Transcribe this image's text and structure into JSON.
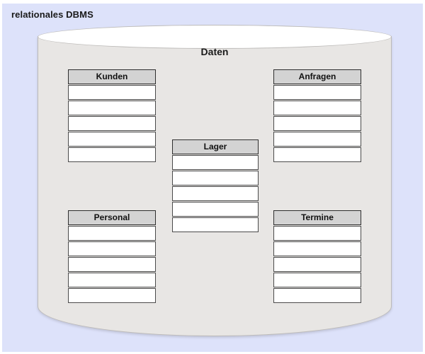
{
  "diagram": {
    "title": "relationales DBMS",
    "container": {
      "name": "Daten",
      "shape": "cylinder"
    },
    "tables": [
      {
        "id": "kunden",
        "name": "Kunden",
        "row_count": 5,
        "rows": [
          "",
          "",
          "",
          "",
          ""
        ]
      },
      {
        "id": "anfragen",
        "name": "Anfragen",
        "row_count": 5,
        "rows": [
          "",
          "",
          "",
          "",
          ""
        ]
      },
      {
        "id": "lager",
        "name": "Lager",
        "row_count": 5,
        "rows": [
          "",
          "",
          "",
          "",
          ""
        ]
      },
      {
        "id": "personal",
        "name": "Personal",
        "row_count": 5,
        "rows": [
          "",
          "",
          "",
          "",
          ""
        ]
      },
      {
        "id": "termine",
        "name": "Termine",
        "row_count": 5,
        "rows": [
          "",
          "",
          "",
          "",
          ""
        ]
      }
    ],
    "colors": {
      "panel_background": "#dde2fa",
      "cylinder_body": "#e8e6e4",
      "cylinder_top": "#ffffff",
      "cylinder_border": "#bdbbb9",
      "table_header_background": "#d3d3d3",
      "table_header_border": "#2e2e2e",
      "table_row_background": "#ffffff",
      "table_row_border": "#4a4a4a",
      "text": "#1a1a1a"
    }
  }
}
